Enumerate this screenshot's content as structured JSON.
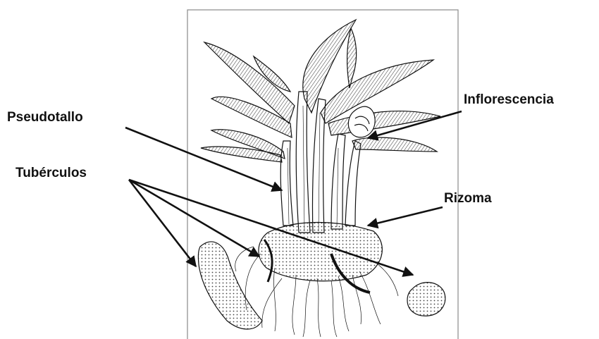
{
  "labels": {
    "pseudotallo": "Pseudotallo",
    "tuberculos": "Tubérculos",
    "inflorescencia": "Inflorescencia",
    "rizoma": "Rizoma"
  },
  "colors": {
    "ink": "#111111",
    "frame": "#8a8a8a",
    "background": "#ffffff"
  }
}
